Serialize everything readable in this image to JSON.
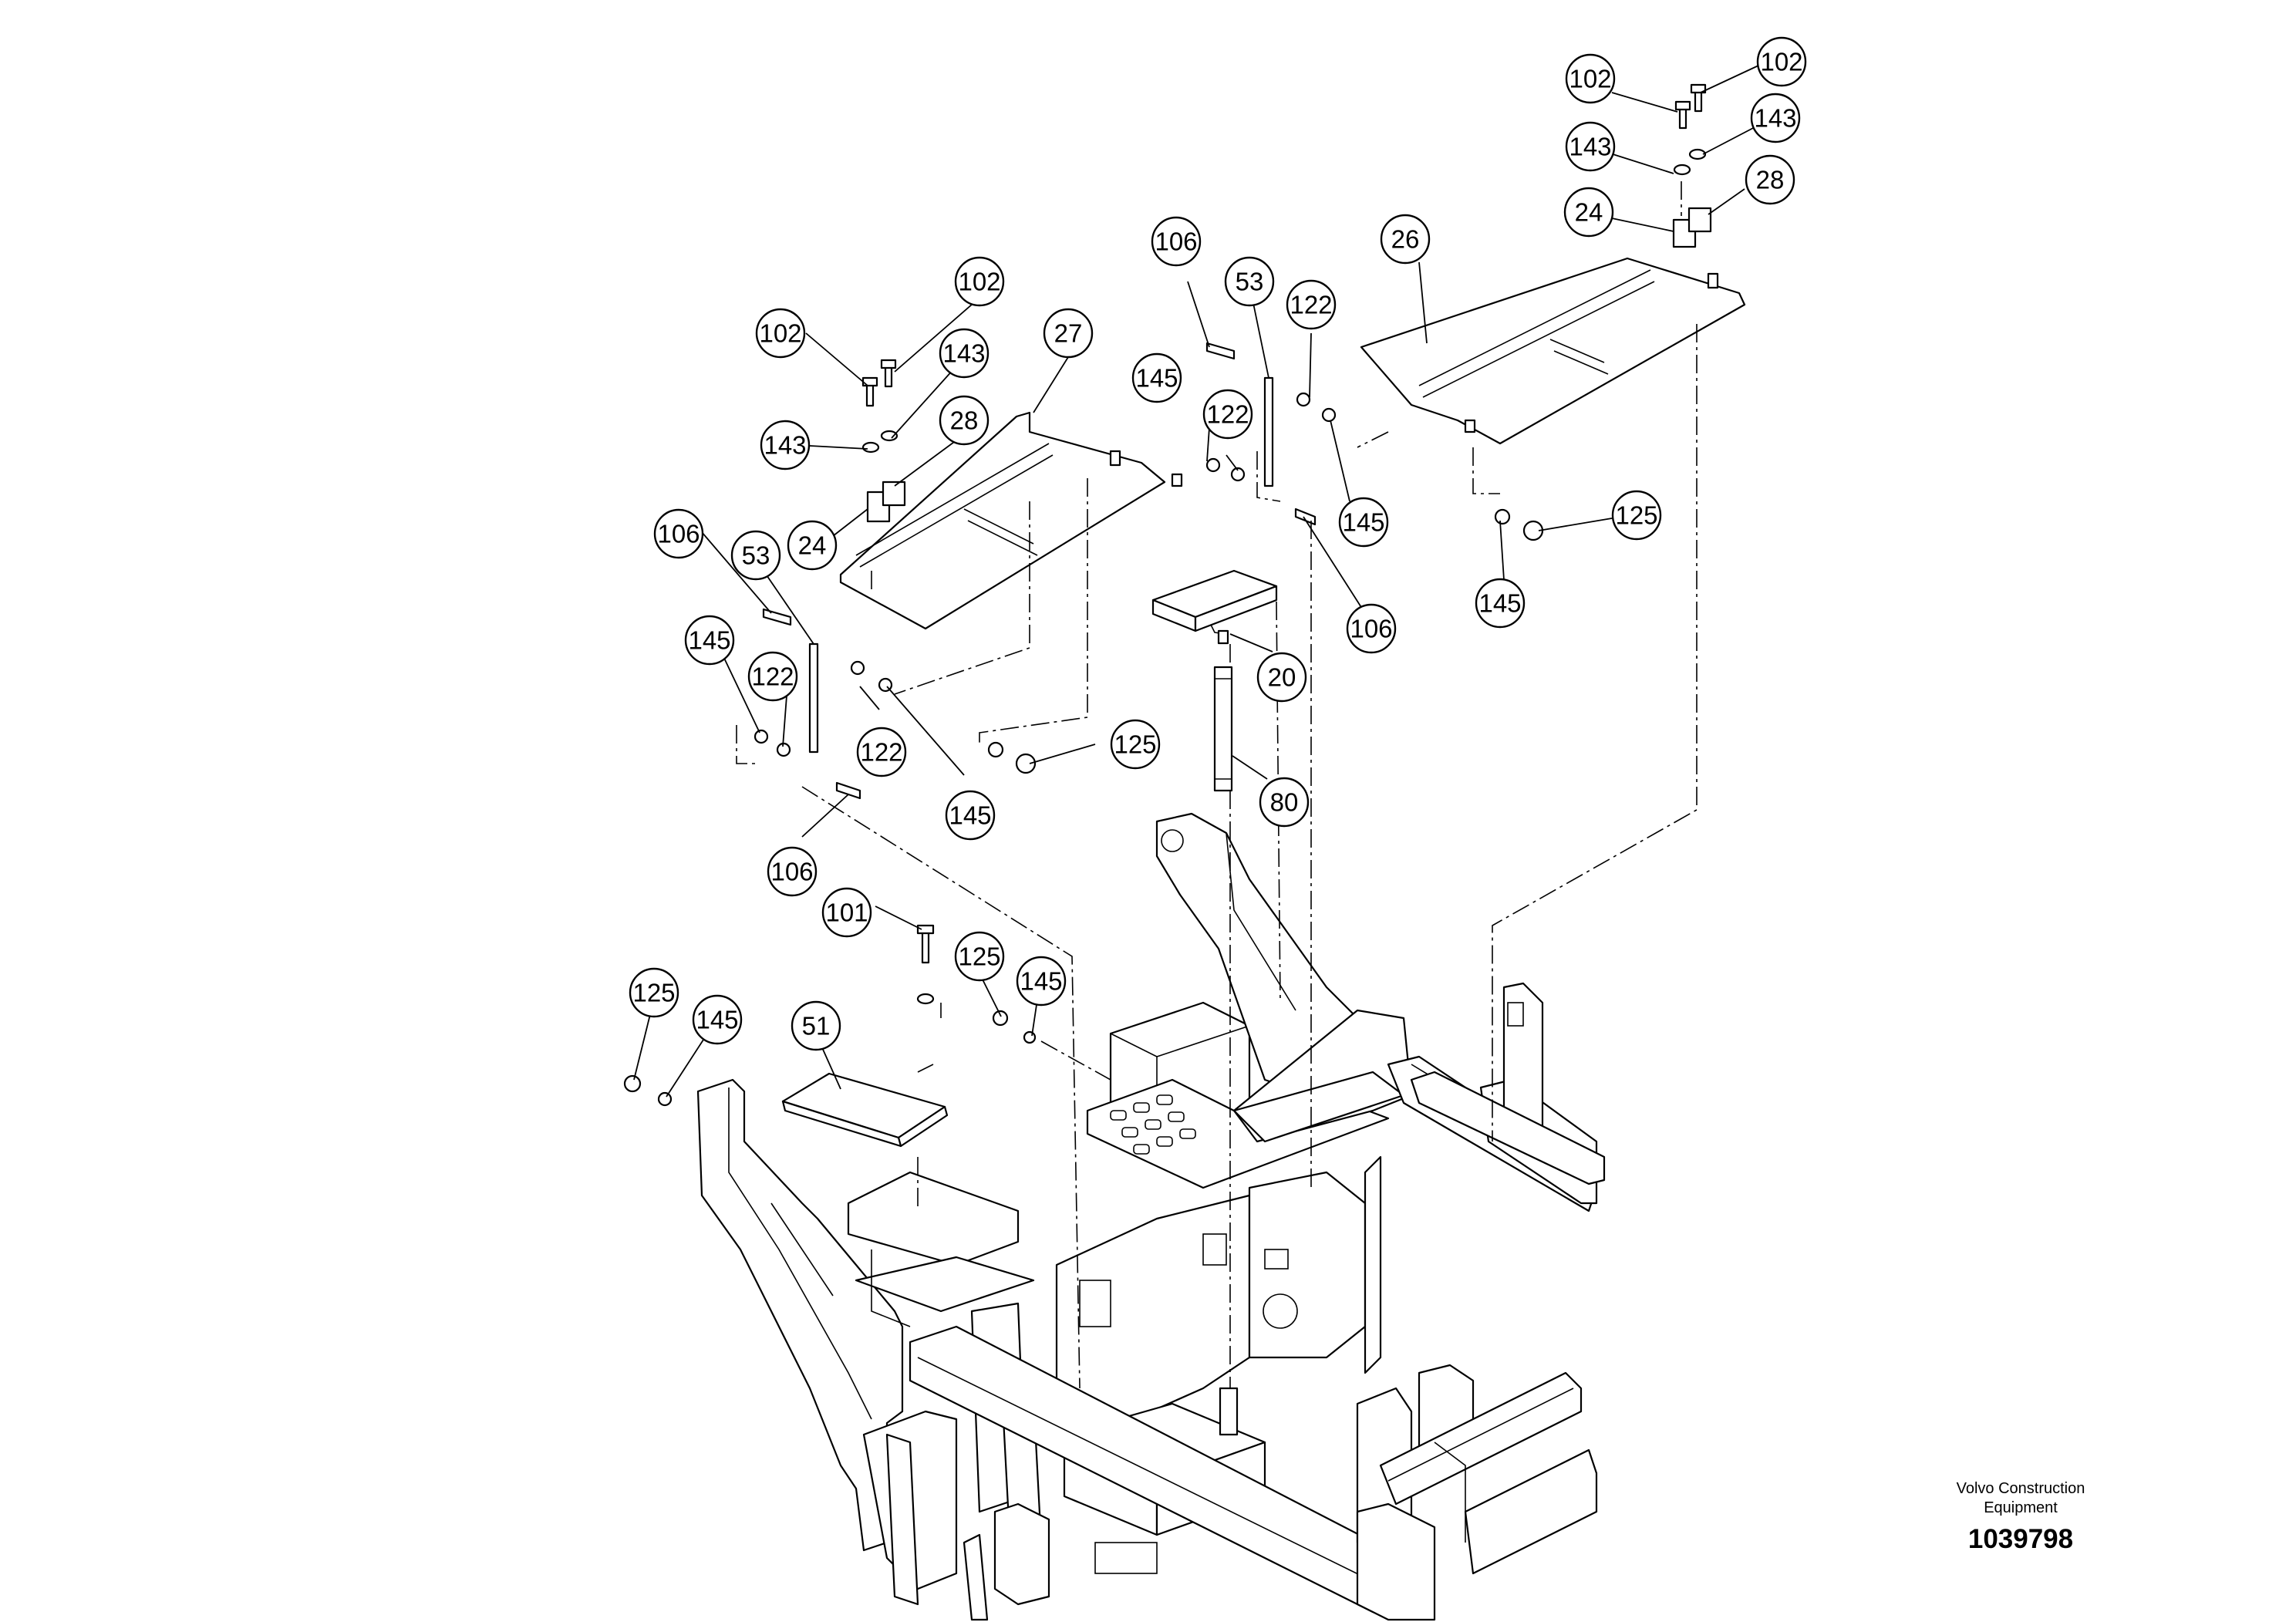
{
  "callouts": [
    {
      "id": "c-102-a",
      "label": "102"
    },
    {
      "id": "c-102-b",
      "label": "102"
    },
    {
      "id": "c-143-a",
      "label": "143"
    },
    {
      "id": "c-143-b",
      "label": "143"
    },
    {
      "id": "c-28-a",
      "label": "28"
    },
    {
      "id": "c-24-a",
      "label": "24"
    },
    {
      "id": "c-26",
      "label": "26"
    },
    {
      "id": "c-106-a",
      "label": "106"
    },
    {
      "id": "c-53-a",
      "label": "53"
    },
    {
      "id": "c-122-a",
      "label": "122"
    },
    {
      "id": "c-145-a",
      "label": "145"
    },
    {
      "id": "c-122-b",
      "label": "122"
    },
    {
      "id": "c-145-b",
      "label": "145"
    },
    {
      "id": "c-106-b",
      "label": "106"
    },
    {
      "id": "c-145-c",
      "label": "145"
    },
    {
      "id": "c-125-a",
      "label": "125"
    },
    {
      "id": "c-102-c",
      "label": "102"
    },
    {
      "id": "c-102-d",
      "label": "102"
    },
    {
      "id": "c-143-c",
      "label": "143"
    },
    {
      "id": "c-143-d",
      "label": "143"
    },
    {
      "id": "c-27",
      "label": "27"
    },
    {
      "id": "c-28-b",
      "label": "28"
    },
    {
      "id": "c-24-b",
      "label": "24"
    },
    {
      "id": "c-106-c",
      "label": "106"
    },
    {
      "id": "c-53-b",
      "label": "53"
    },
    {
      "id": "c-145-d",
      "label": "145"
    },
    {
      "id": "c-122-c",
      "label": "122"
    },
    {
      "id": "c-122-d",
      "label": "122"
    },
    {
      "id": "c-145-e",
      "label": "145"
    },
    {
      "id": "c-125-b",
      "label": "125"
    },
    {
      "id": "c-106-d",
      "label": "106"
    },
    {
      "id": "c-20",
      "label": "20"
    },
    {
      "id": "c-80",
      "label": "80"
    },
    {
      "id": "c-101",
      "label": "101"
    },
    {
      "id": "c-125-c",
      "label": "125"
    },
    {
      "id": "c-145-f",
      "label": "145"
    },
    {
      "id": "c-125-d",
      "label": "125"
    },
    {
      "id": "c-145-g",
      "label": "145"
    },
    {
      "id": "c-51",
      "label": "51"
    }
  ],
  "footer": {
    "company_line1": "Volvo Construction",
    "company_line2": "Equipment",
    "document_number": "1039798"
  }
}
